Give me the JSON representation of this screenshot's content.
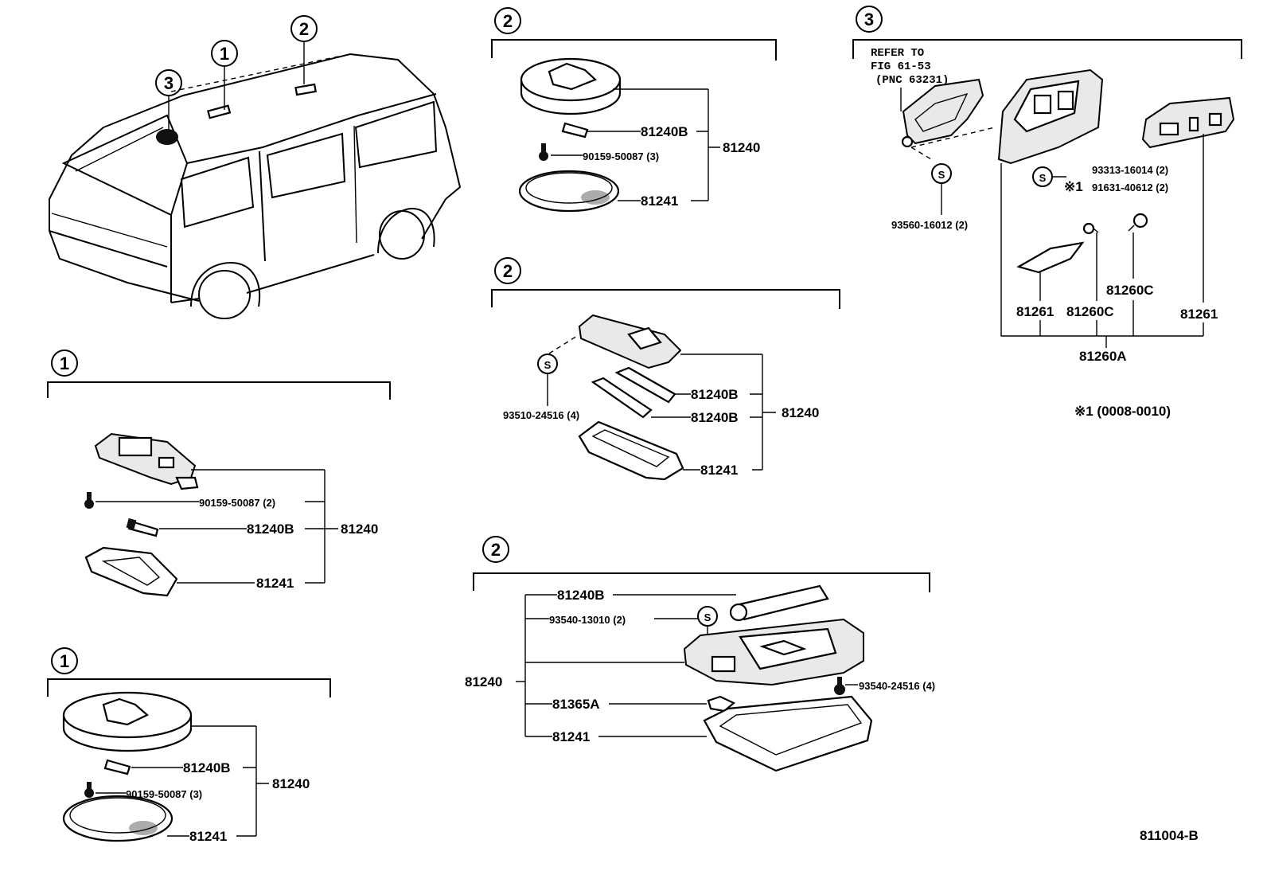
{
  "diagram_id": "811004-B",
  "note": "※1  (0008-0010)",
  "van_callouts": [
    "1",
    "2",
    "3"
  ],
  "s_symbol": "S",
  "groups": {
    "g1a": {
      "num": "1",
      "labels": {
        "screw": "90159-50087 (2)",
        "bulb": "81240B",
        "lens": "81241",
        "assy": "81240"
      }
    },
    "g1b": {
      "num": "1",
      "labels": {
        "bulb": "81240B",
        "screw": "90159-50087 (3)",
        "lens": "81241",
        "assy": "81240"
      }
    },
    "g2a": {
      "num": "2",
      "labels": {
        "bulb": "81240B",
        "screw": "90159-50087 (3)",
        "lens": "81241",
        "assy": "81240"
      }
    },
    "g2b": {
      "num": "2",
      "labels": {
        "screw": "93510-24516 (4)",
        "bulb1": "81240B",
        "bulb2": "81240B",
        "lens": "81241",
        "assy": "81240"
      }
    },
    "g2c": {
      "num": "2",
      "labels": {
        "bulb": "81240B",
        "screw1": "93540-13010 (2)",
        "assy": "81240",
        "cover": "81365A",
        "lens": "81241",
        "screw2": "93540-24516 (4)"
      }
    },
    "g3": {
      "num": "3",
      "refer": [
        "REFER TO",
        "FIG 61-53",
        "(PNC 63231)"
      ],
      "labels": {
        "screw_s": "93560-16012 (2)",
        "screw_a": "93313-16014 (2)",
        "mark": "※1",
        "screw_b": "91631-40612 (2)",
        "bulb_c1": "81260C",
        "bulb_c2": "81260C",
        "lens_l": "81261",
        "lens_r": "81261",
        "assy": "81260A"
      }
    }
  }
}
